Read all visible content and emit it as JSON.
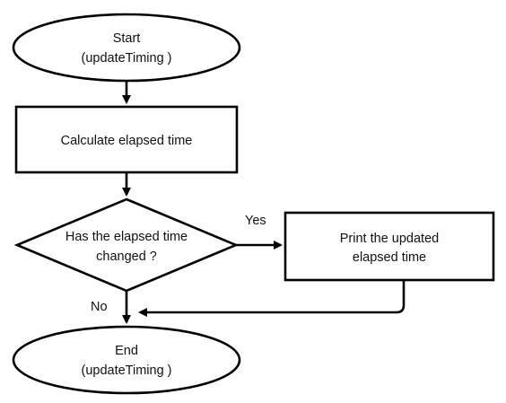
{
  "flowchart": {
    "start": {
      "line1": "Start",
      "line2": "(updateTiming )"
    },
    "calculate": {
      "label": "Calculate  elapsed  time"
    },
    "decision": {
      "line1": "Has the elapsed time",
      "line2": "changed ?"
    },
    "print": {
      "line1": "Print the updated",
      "line2": "elapsed time"
    },
    "end": {
      "line1": "End",
      "line2": "(updateTiming )"
    },
    "yes_label": "Yes",
    "no_label": "No"
  }
}
